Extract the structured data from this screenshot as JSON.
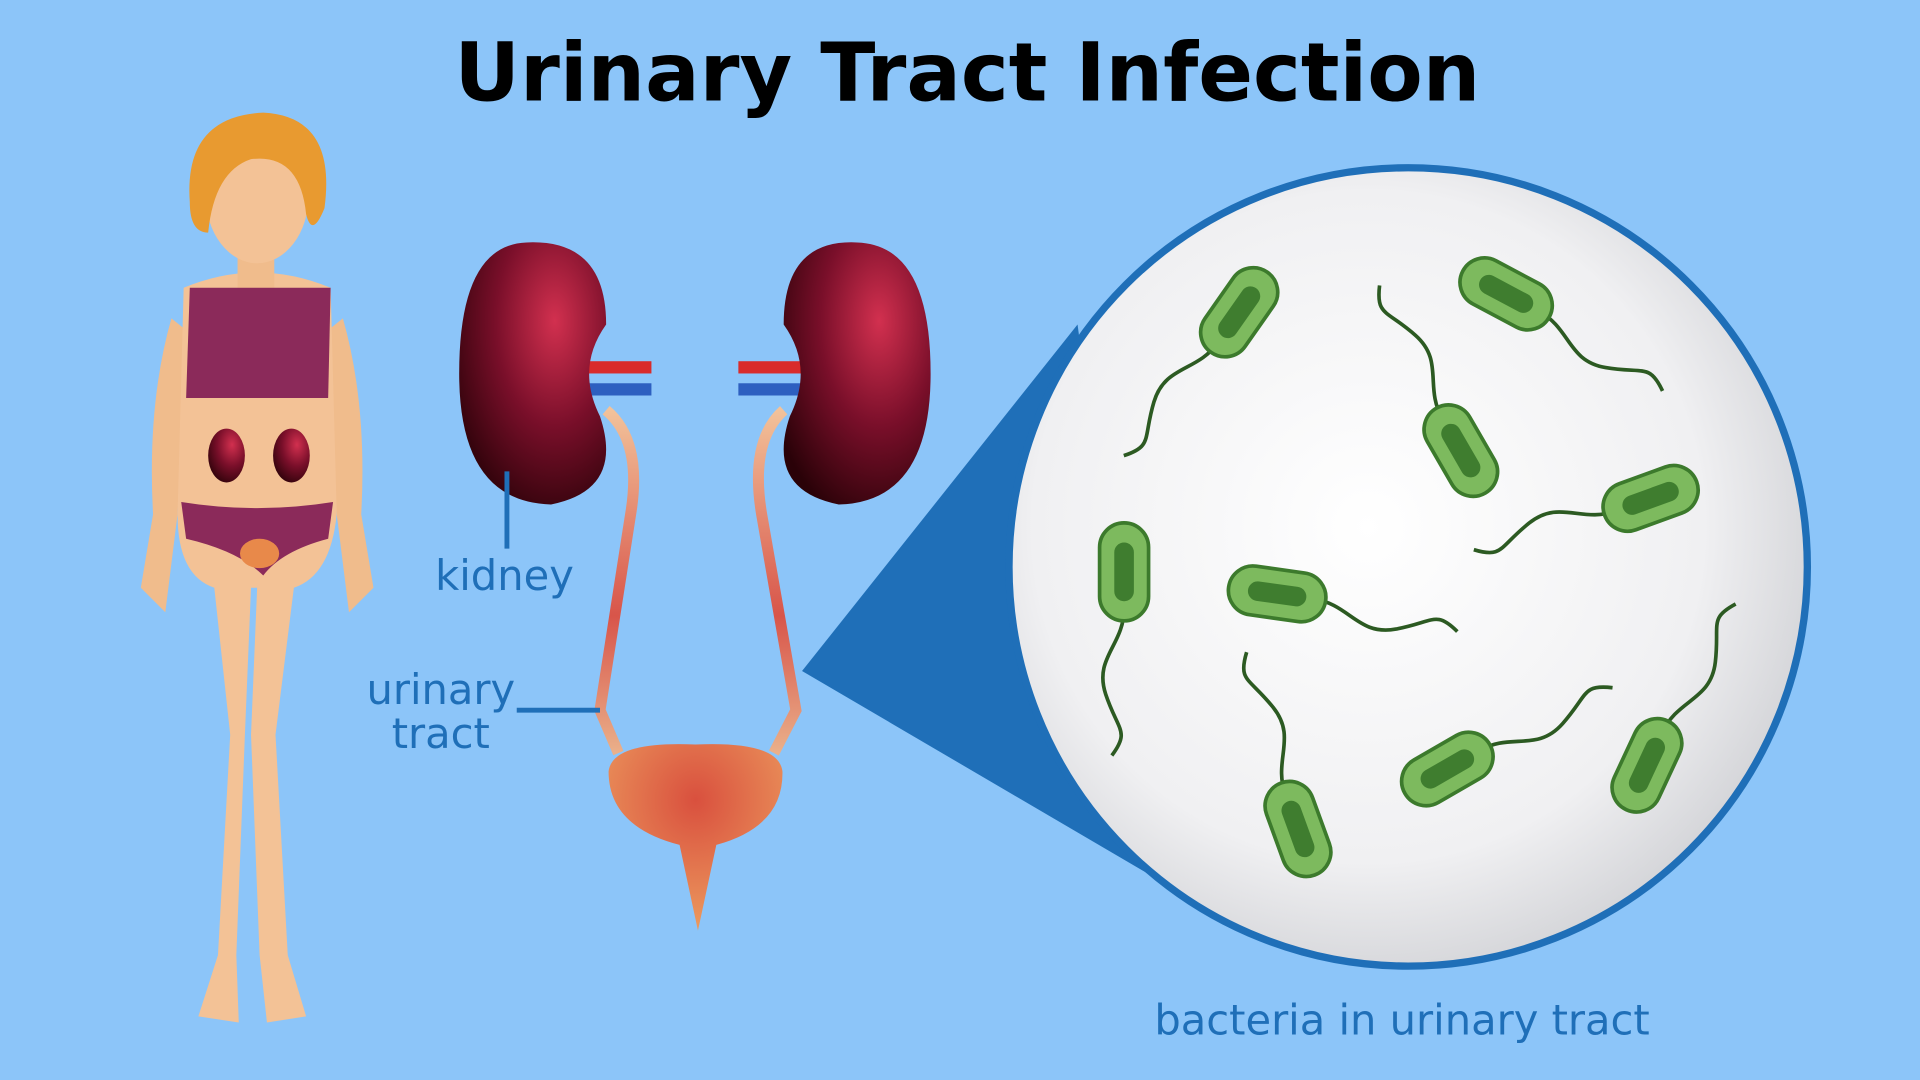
{
  "title": "Urinary Tract Infection",
  "labels": {
    "kidney": "kidney",
    "urinary_line1": "urinary",
    "urinary_line2": "tract",
    "bacteria": "bacteria in urinary tract"
  },
  "colors": {
    "background": "#8cc5f9",
    "label": "#1f6fb8",
    "kidney": "#7a0f2a",
    "bacteria": "#7dba5e"
  }
}
